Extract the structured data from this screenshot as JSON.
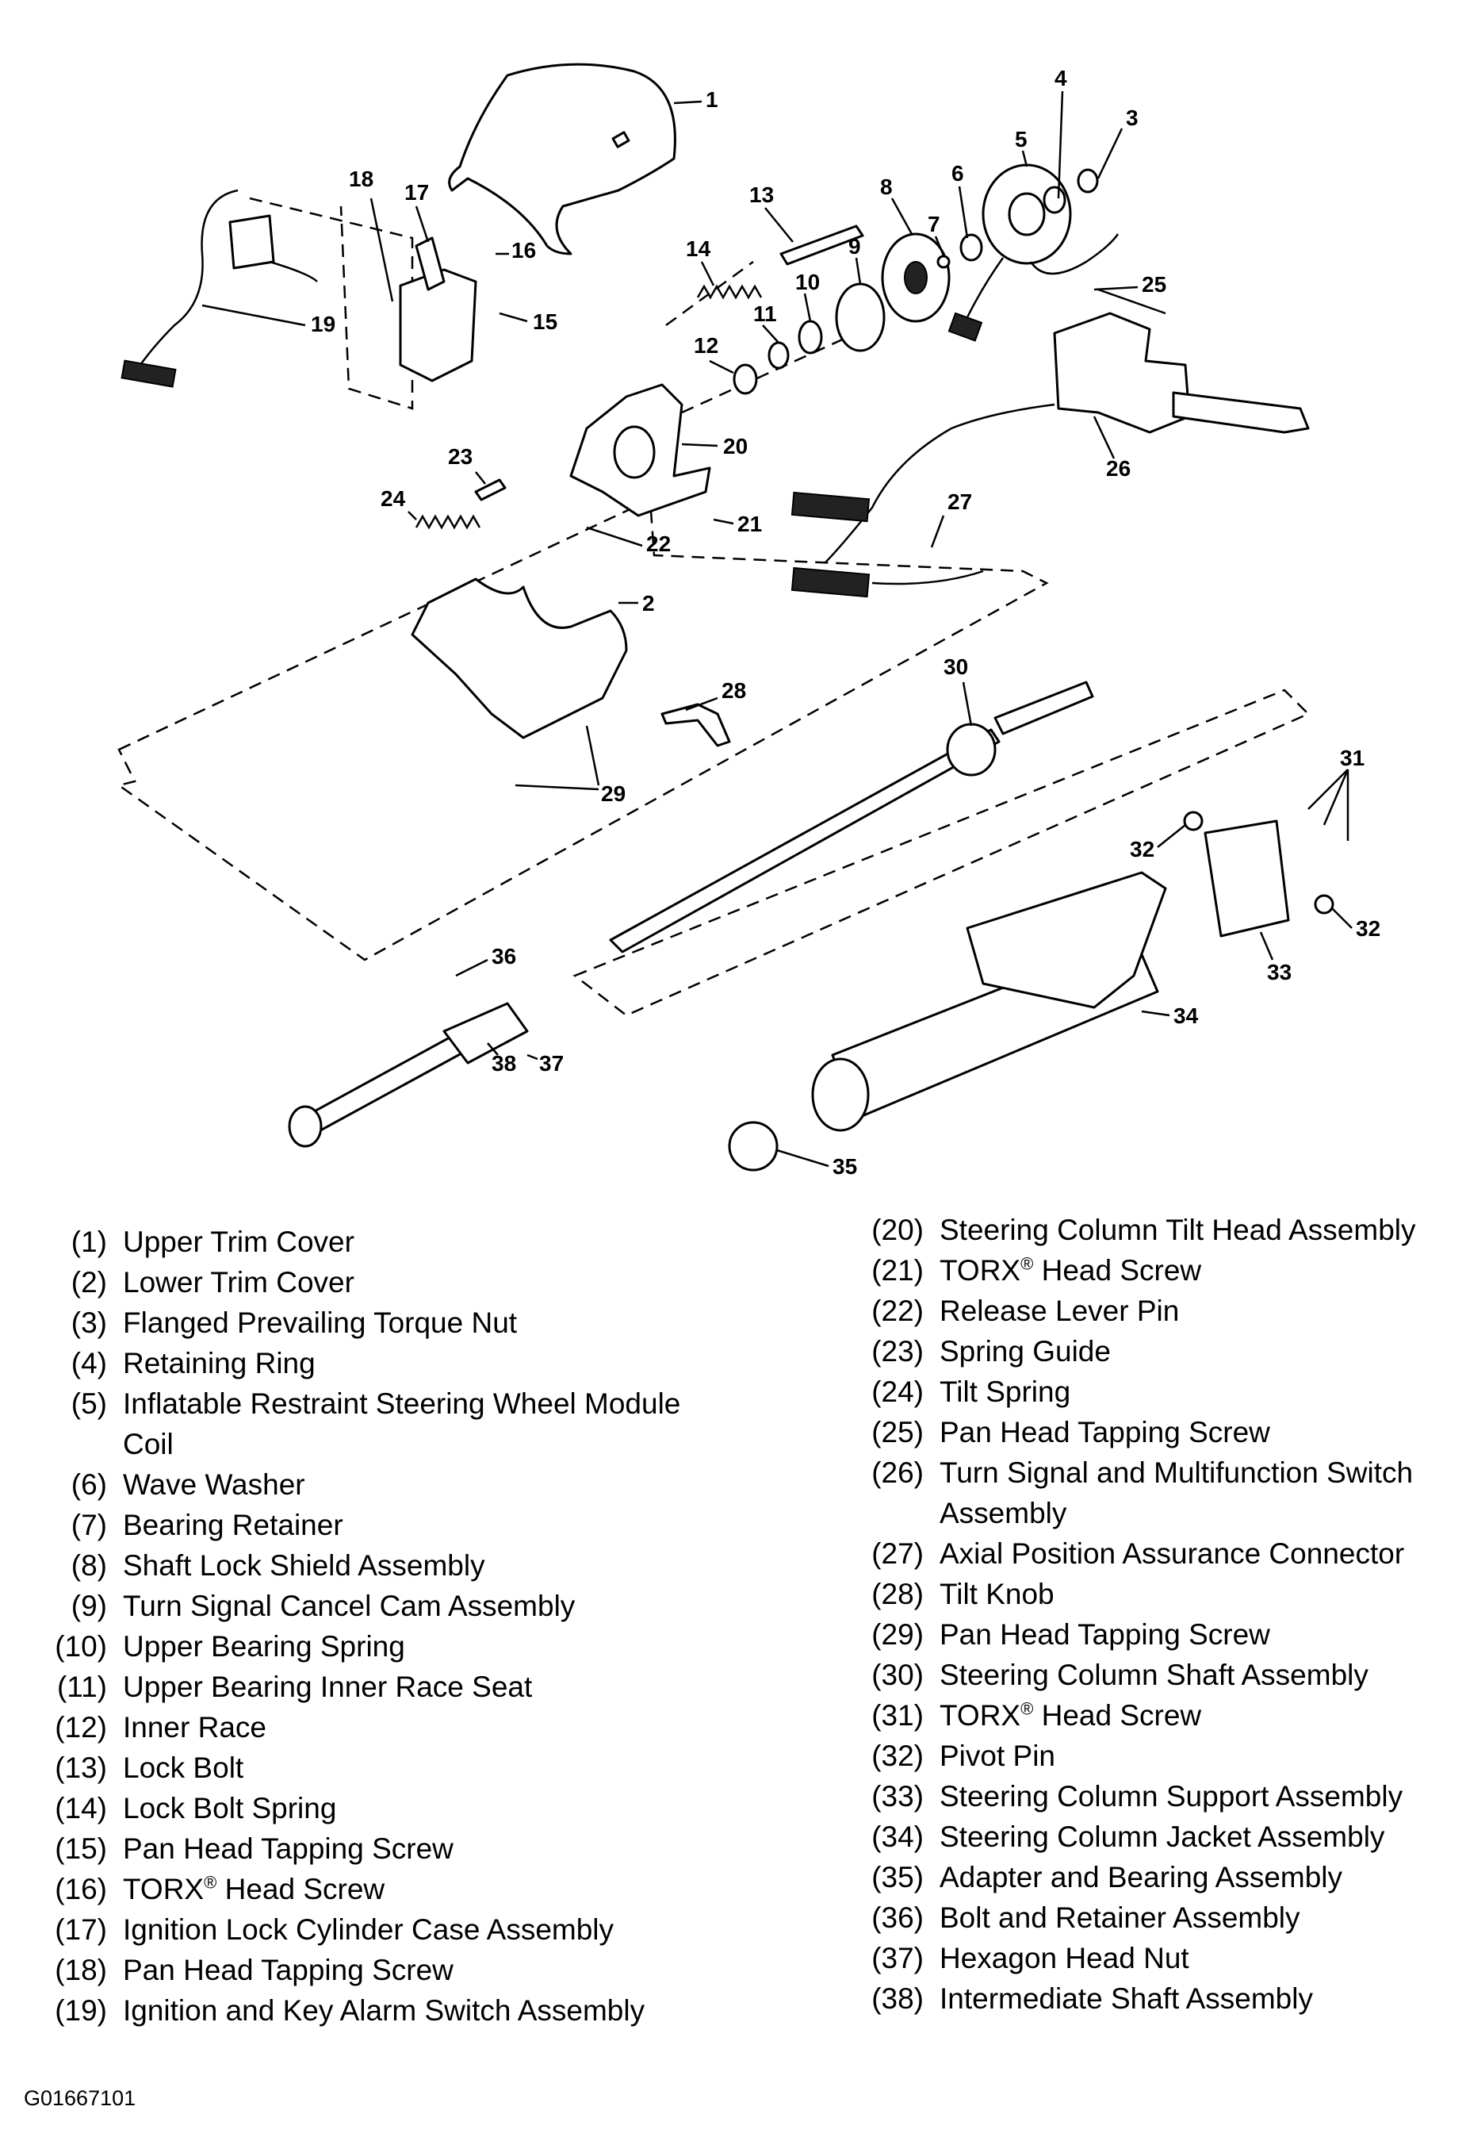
{
  "callouts": [
    "1",
    "2",
    "3",
    "4",
    "5",
    "6",
    "7",
    "8",
    "9",
    "10",
    "11",
    "12",
    "13",
    "14",
    "15",
    "16",
    "17",
    "18",
    "19",
    "20",
    "21",
    "22",
    "23",
    "24",
    "25",
    "26",
    "27",
    "28",
    "29",
    "30",
    "31",
    "32",
    "32",
    "33",
    "34",
    "35",
    "36",
    "37",
    "38"
  ],
  "legend_left": [
    {
      "num": "(1)",
      "label": "Upper Trim Cover"
    },
    {
      "num": "(2)",
      "label": "Lower Trim Cover"
    },
    {
      "num": "(3)",
      "label": "Flanged Prevailing Torque Nut"
    },
    {
      "num": "(4)",
      "label": "Retaining Ring"
    },
    {
      "num": "(5)",
      "label": "Inflatable Restraint Steering Wheel Module Coil"
    },
    {
      "num": "(6)",
      "label": "Wave Washer"
    },
    {
      "num": "(7)",
      "label": "Bearing Retainer"
    },
    {
      "num": "(8)",
      "label": "Shaft Lock Shield Assembly"
    },
    {
      "num": "(9)",
      "label": "Turn Signal Cancel Cam Assembly"
    },
    {
      "num": "(10)",
      "label": "Upper Bearing Spring"
    },
    {
      "num": "(11)",
      "label": "Upper Bearing Inner Race Seat"
    },
    {
      "num": "(12)",
      "label": "Inner Race"
    },
    {
      "num": "(13)",
      "label": "Lock Bolt"
    },
    {
      "num": "(14)",
      "label": "Lock Bolt Spring"
    },
    {
      "num": "(15)",
      "label": "Pan Head Tapping Screw"
    },
    {
      "num": "(16)",
      "label": "TORX® Head Screw"
    },
    {
      "num": "(17)",
      "label": "Ignition Lock Cylinder Case Assembly"
    },
    {
      "num": "(18)",
      "label": "Pan Head Tapping Screw"
    },
    {
      "num": "(19)",
      "label": "Ignition and Key Alarm Switch Assembly"
    }
  ],
  "legend_right": [
    {
      "num": "(20)",
      "label": "Steering Column Tilt Head Assembly"
    },
    {
      "num": "(21)",
      "label": "TORX® Head Screw"
    },
    {
      "num": "(22)",
      "label": "Release Lever Pin"
    },
    {
      "num": "(23)",
      "label": "Spring Guide"
    },
    {
      "num": "(24)",
      "label": "Tilt Spring"
    },
    {
      "num": "(25)",
      "label": "Pan Head Tapping Screw"
    },
    {
      "num": "(26)",
      "label": "Turn Signal and Multifunction Switch Assembly"
    },
    {
      "num": "(27)",
      "label": "Axial Position Assurance Connector"
    },
    {
      "num": "(28)",
      "label": "Tilt Knob"
    },
    {
      "num": "(29)",
      "label": "Pan Head Tapping Screw"
    },
    {
      "num": "(30)",
      "label": "Steering Column Shaft Assembly"
    },
    {
      "num": "(31)",
      "label": "TORX® Head Screw"
    },
    {
      "num": "(32)",
      "label": "Pivot Pin"
    },
    {
      "num": "(33)",
      "label": "Steering Column Support Assembly"
    },
    {
      "num": "(34)",
      "label": "Steering Column Jacket Assembly"
    },
    {
      "num": "(35)",
      "label": "Adapter and Bearing Assembly"
    },
    {
      "num": "(36)",
      "label": "Bolt and Retainer Assembly"
    },
    {
      "num": "(37)",
      "label": "Hexagon Head Nut"
    },
    {
      "num": "(38)",
      "label": "Intermediate Shaft Assembly"
    }
  ],
  "figure_id": "G01667101"
}
